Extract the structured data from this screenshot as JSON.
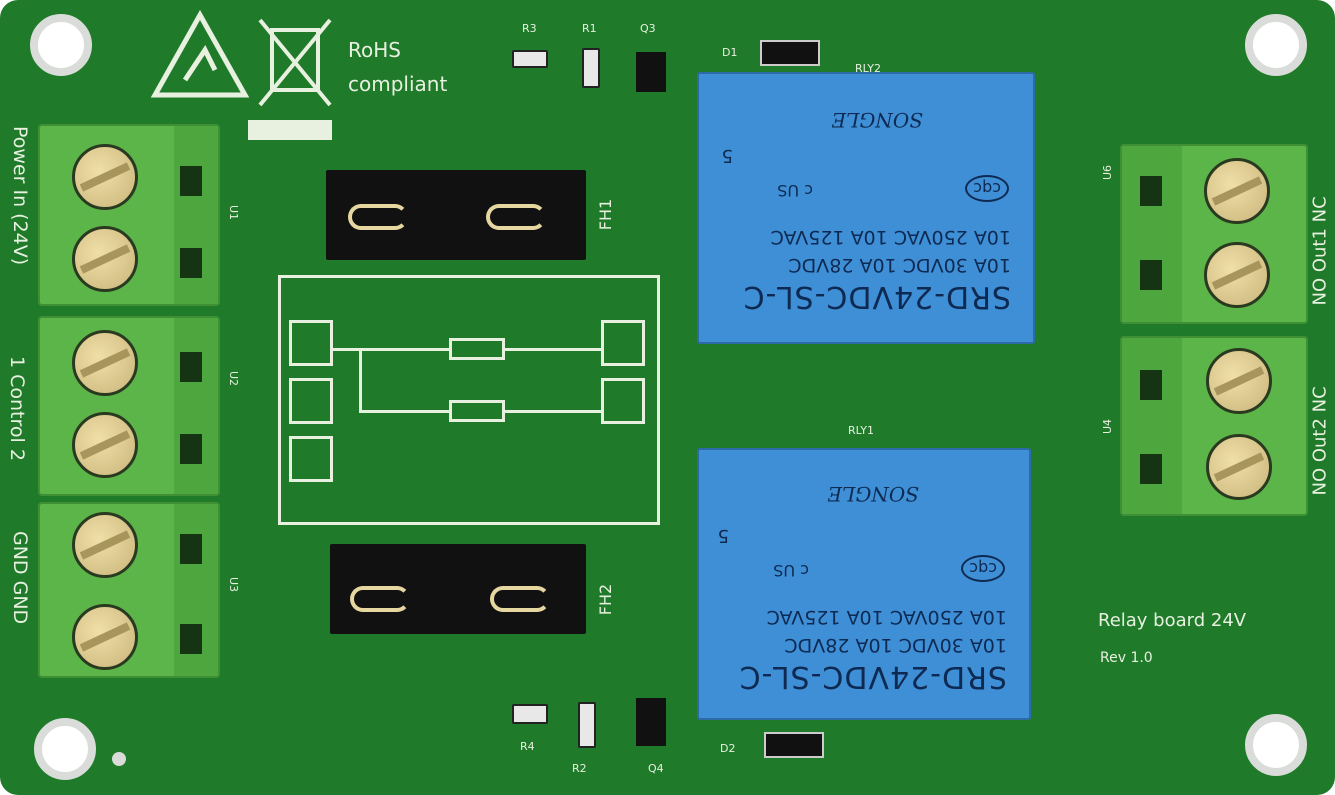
{
  "board": {
    "color": "#1f7a2a",
    "rohs": {
      "line1": "RoHS",
      "line2": "compliant"
    },
    "title": "Relay board 24V",
    "revision": "Rev 1.0",
    "left_labels": {
      "power": "Power In (24V)",
      "control": "1 Control 2",
      "gnd": "GND  GND"
    },
    "right_labels": {
      "out1": "NO Out1 NC",
      "out2": "NO Out2 NC"
    },
    "designators": {
      "r3": "R3",
      "r1": "R1",
      "q3": "Q3",
      "d1": "D1",
      "rly2": "RLY2",
      "rly1": "RLY1",
      "r4": "R4",
      "r2": "R2",
      "q4": "Q4",
      "d2": "D2",
      "u1": "U1",
      "u2": "U2",
      "u3": "U3",
      "u4": "U4",
      "u6": "U6",
      "fh1": "FH1",
      "fh2": "FH2"
    },
    "relay": {
      "model": "SRD-24VDC-SL-C",
      "rating1": "10A 30VDC  10A 28VDC",
      "rating2": "10A 250VAC  10A 125VAC",
      "brand": "SONGLE",
      "cert": "cqc",
      "ul": "c US",
      "num": "5",
      "color": "#3f8fd6"
    },
    "icons": [
      "esd-warning-icon",
      "weee-bin-icon"
    ]
  }
}
